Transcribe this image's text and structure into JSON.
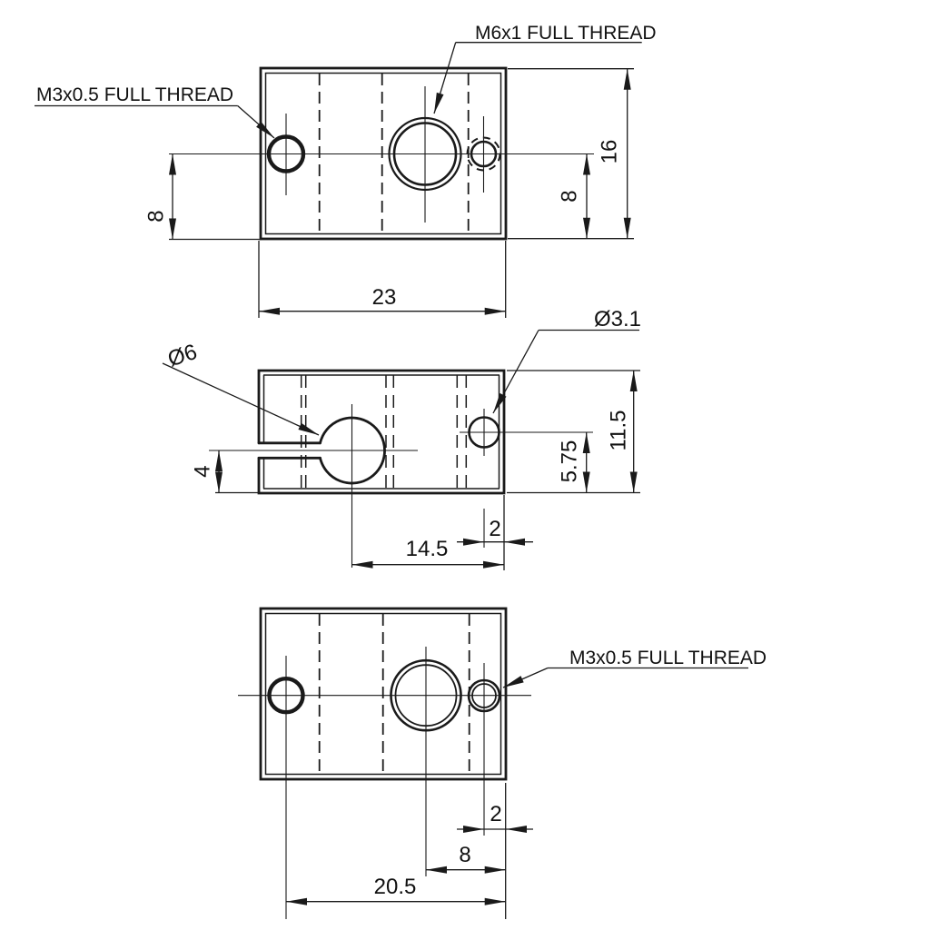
{
  "drawing": {
    "background_color": "#ffffff",
    "line_color": "#1a1a1a",
    "views": {
      "top": {
        "label_m6": "M6x1 FULL THREAD",
        "label_m3": "M3x0.5 FULL THREAD",
        "dim_width": "23",
        "dim_height": "16",
        "dim_hole_left": "8",
        "dim_hole_right": "8"
      },
      "middle": {
        "label_bore": "Ø6",
        "label_sensor": "Ø3.1",
        "dim_bore_height": "4",
        "dim_sensor_height": "5.75",
        "dim_height": "11.5",
        "dim_sensor_edge": "2",
        "dim_bore_edge": "14.5"
      },
      "bottom": {
        "label_m3": "M3x0.5 FULL THREAD",
        "dim_sensor_edge": "2",
        "dim_m6_center": "8",
        "dim_m3_center": "20.5"
      }
    }
  }
}
